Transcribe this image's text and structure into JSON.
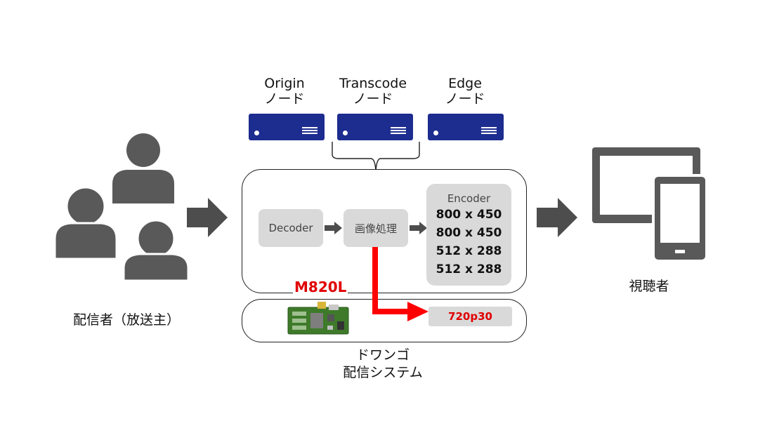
{
  "nodes": [
    {
      "name": "Origin",
      "sub": "ノード"
    },
    {
      "name": "Transcode",
      "sub": "ノード"
    },
    {
      "name": "Edge",
      "sub": "ノード"
    }
  ],
  "pipeline": {
    "decoder": "Decoder",
    "processing": "画像処理",
    "encoder_title": "Encoder",
    "encoder_outputs": [
      "800 x 450",
      "800 x 450",
      "512 x 288",
      "512 x 288"
    ]
  },
  "device": {
    "name": "M820L",
    "output": "720p30"
  },
  "labels": {
    "broadcasters": "配信者（放送主）",
    "viewers": "視聴者",
    "system_line1": "ドワンゴ",
    "system_line2": "配信システム"
  },
  "colors": {
    "server": "#1d2c8f",
    "person": "#595959",
    "arrow": "#4d4d4d",
    "highlight": "#e00000",
    "box": "#d9d9d9"
  },
  "icons": [
    "person-icon",
    "server-icon",
    "arrow-right-icon",
    "monitor-icon",
    "tablet-icon",
    "circuit-board-icon"
  ]
}
